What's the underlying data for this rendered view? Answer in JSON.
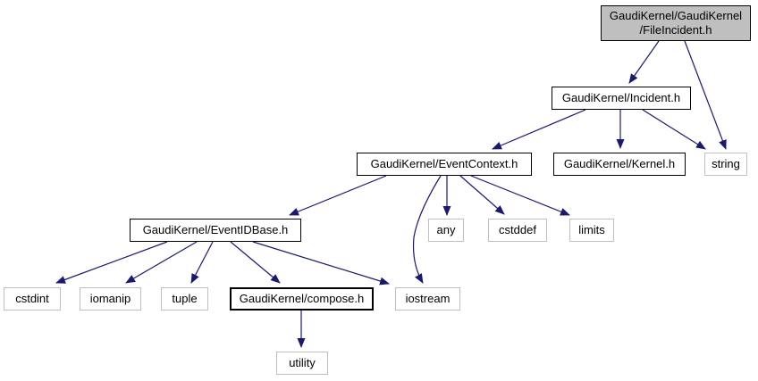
{
  "diagram": {
    "kind": "include-dependency-graph",
    "colors": {
      "edge": "#191970",
      "node_fill": "#ffffff",
      "current_fill": "#bfbfbf",
      "project_border": "#000000",
      "system_border": "#bfbfbf",
      "text": "#000000",
      "background": "#ffffff"
    },
    "nodes": {
      "fileincident": {
        "label": "GaudiKernel/GaudiKernel\n/FileIncident.h",
        "kind": "current"
      },
      "incident": {
        "label": "GaudiKernel/Incident.h",
        "kind": "project"
      },
      "eventcontext": {
        "label": "GaudiKernel/EventContext.h",
        "kind": "project"
      },
      "kernel": {
        "label": "GaudiKernel/Kernel.h",
        "kind": "project"
      },
      "string": {
        "label": "string",
        "kind": "system"
      },
      "eventidbase": {
        "label": "GaudiKernel/EventIDBase.h",
        "kind": "project"
      },
      "any": {
        "label": "any",
        "kind": "system"
      },
      "cstddef": {
        "label": "cstddef",
        "kind": "system"
      },
      "limits": {
        "label": "limits",
        "kind": "system"
      },
      "cstdint": {
        "label": "cstdint",
        "kind": "system"
      },
      "iomanip": {
        "label": "iomanip",
        "kind": "system"
      },
      "tuple": {
        "label": "tuple",
        "kind": "system"
      },
      "compose": {
        "label": "GaudiKernel/compose.h",
        "kind": "project"
      },
      "iostream": {
        "label": "iostream",
        "kind": "system"
      },
      "utility": {
        "label": "utility",
        "kind": "system"
      }
    },
    "edges": [
      {
        "from": "GaudiKernel/GaudiKernel/FileIncident.h",
        "to": "GaudiKernel/Incident.h"
      },
      {
        "from": "GaudiKernel/GaudiKernel/FileIncident.h",
        "to": "string"
      },
      {
        "from": "GaudiKernel/Incident.h",
        "to": "GaudiKernel/EventContext.h"
      },
      {
        "from": "GaudiKernel/Incident.h",
        "to": "GaudiKernel/Kernel.h"
      },
      {
        "from": "GaudiKernel/Incident.h",
        "to": "string"
      },
      {
        "from": "GaudiKernel/EventContext.h",
        "to": "GaudiKernel/EventIDBase.h"
      },
      {
        "from": "GaudiKernel/EventContext.h",
        "to": "any"
      },
      {
        "from": "GaudiKernel/EventContext.h",
        "to": "cstddef"
      },
      {
        "from": "GaudiKernel/EventContext.h",
        "to": "limits"
      },
      {
        "from": "GaudiKernel/EventContext.h",
        "to": "iostream"
      },
      {
        "from": "GaudiKernel/EventIDBase.h",
        "to": "cstdint"
      },
      {
        "from": "GaudiKernel/EventIDBase.h",
        "to": "iomanip"
      },
      {
        "from": "GaudiKernel/EventIDBase.h",
        "to": "tuple"
      },
      {
        "from": "GaudiKernel/EventIDBase.h",
        "to": "GaudiKernel/compose.h"
      },
      {
        "from": "GaudiKernel/EventIDBase.h",
        "to": "iostream"
      },
      {
        "from": "GaudiKernel/compose.h",
        "to": "utility"
      }
    ]
  }
}
